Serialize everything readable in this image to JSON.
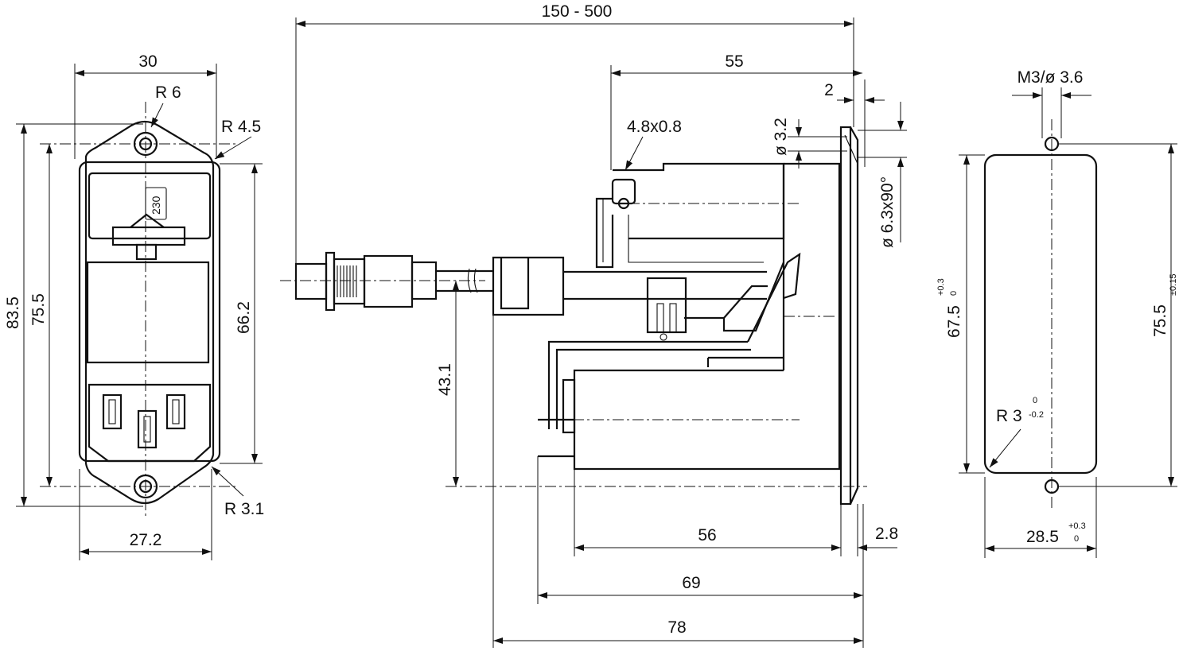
{
  "dimensions": {
    "front_width": "30",
    "r6": "R 6",
    "r45": "R 4.5",
    "r31": "R 3.1",
    "front_height_total": "83.5",
    "front_hole_spacing": "75.5",
    "front_body_height": "66.2",
    "front_bottom_width": "27.2",
    "fuse_label": "230",
    "cable_length": "150 - 500",
    "depth_55": "55",
    "flange_2": "2",
    "tab_size": "4.8x0.8",
    "dia_32": "ø 3.2",
    "dia_63": "ø 6.3x90°",
    "height_431": "43.1",
    "depth_56": "56",
    "thick_28": "2.8",
    "depth_69": "69",
    "depth_78": "78",
    "cutout_thread": "M3/ø 3.6",
    "cutout_height_base": "67.5",
    "cutout_height_tol_upper": "+0.3",
    "cutout_height_tol_lower": "0",
    "cutout_holes_base": "75.5",
    "cutout_holes_tol": "±0.15",
    "cutout_radius_base": "R 3",
    "cutout_radius_tol_upper": "0",
    "cutout_radius_tol_lower": "-0.2",
    "cutout_width_base": "28.5",
    "cutout_width_tol_upper": "+0.3",
    "cutout_width_tol_lower": "0"
  }
}
